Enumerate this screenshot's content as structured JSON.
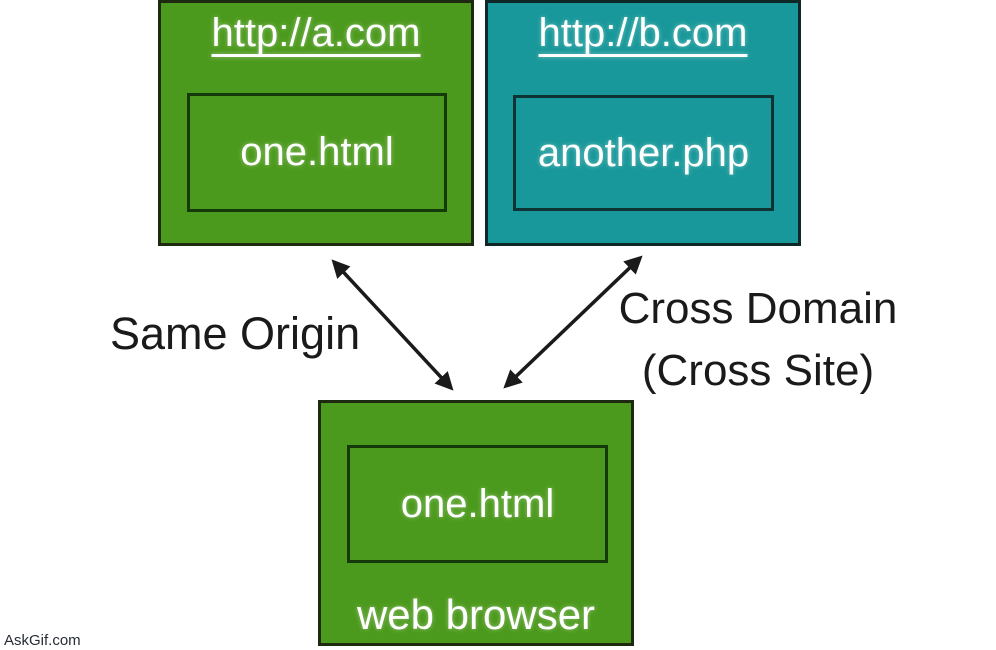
{
  "diagram": {
    "site_a": {
      "url": "http://a.com",
      "file": "one.html"
    },
    "site_b": {
      "url": "http://b.com",
      "file": "another.php"
    },
    "browser": {
      "file": "one.html",
      "caption": "web browser"
    },
    "arrows": {
      "same_origin_label": "Same Origin",
      "cross_domain_label_line1": "Cross Domain",
      "cross_domain_label_line2": "(Cross Site)"
    },
    "colors": {
      "site_a_bg": "#4c9a1d",
      "site_b_bg": "#18989a",
      "browser_bg": "#4c9a1d",
      "box_text": "#ffffff",
      "label_text": "#1a1a1a",
      "arrow": "#1a1a1a"
    }
  },
  "page": {
    "watermark": "AskGif.com"
  }
}
